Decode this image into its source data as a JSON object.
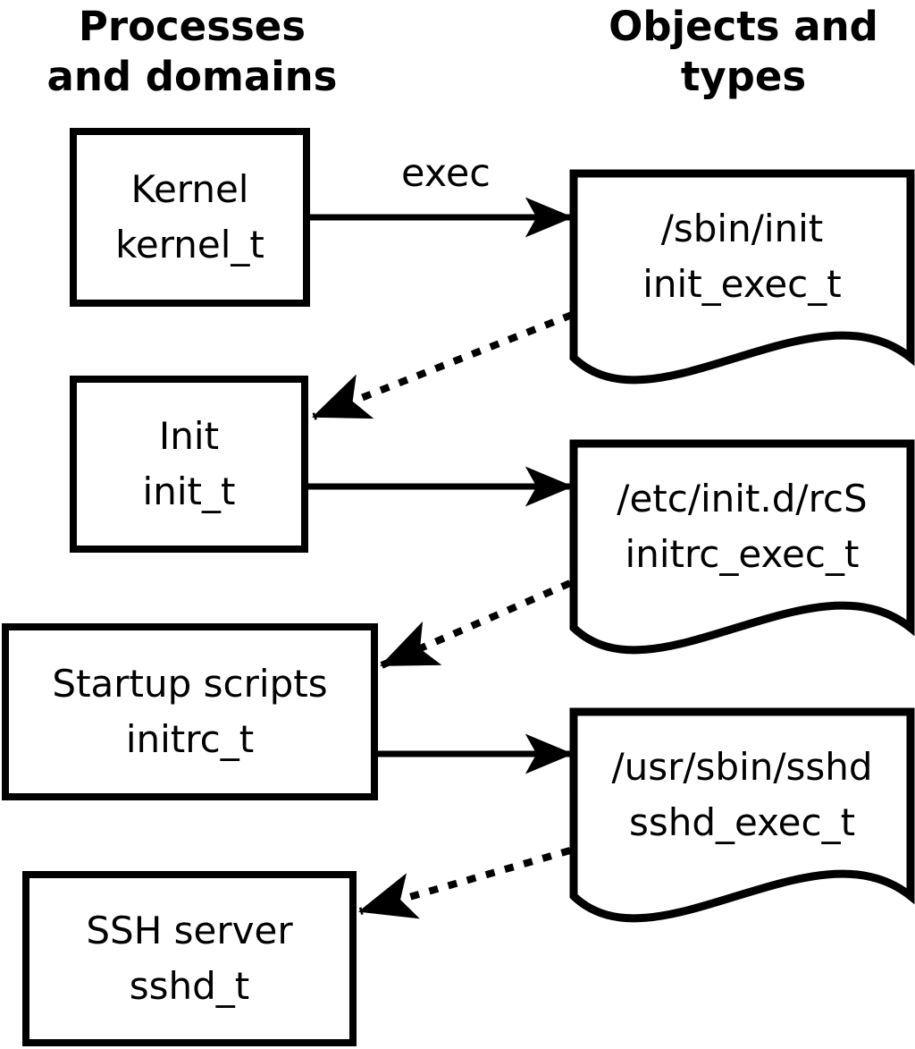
{
  "headers": {
    "left": {
      "line1": "Processes",
      "line2": "and domains"
    },
    "right": {
      "line1": "Objects and",
      "line2": "types"
    }
  },
  "process_boxes": [
    {
      "label": "Kernel",
      "domain": "kernel_t"
    },
    {
      "label": "Init",
      "domain": "init_t"
    },
    {
      "label": "Startup scripts",
      "domain": "initrc_t"
    },
    {
      "label": "SSH server",
      "domain": "sshd_t"
    }
  ],
  "object_documents": [
    {
      "path": "/sbin/init",
      "type": "init_exec_t"
    },
    {
      "path": "/etc/init.d/rcS",
      "type": "initrc_exec_t"
    },
    {
      "path": "/usr/sbin/sshd",
      "type": "sshd_exec_t"
    }
  ],
  "arrow_labels": {
    "exec": "exec"
  },
  "colors": {
    "line": "#000000",
    "text": "#000000",
    "background": "#ffffff"
  }
}
